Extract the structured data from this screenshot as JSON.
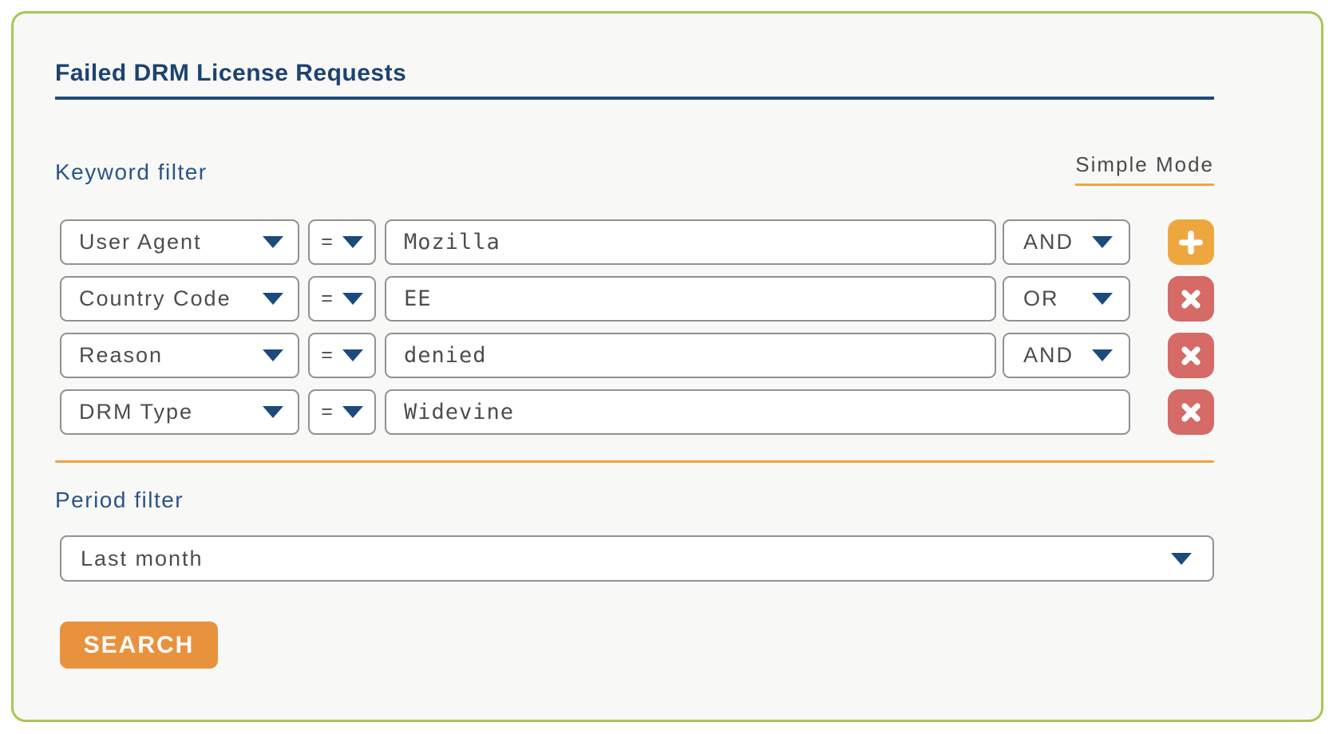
{
  "panel": {
    "title": "Failed DRM License Requests"
  },
  "keyword_filter": {
    "label": "Keyword filter",
    "mode_link": "Simple Mode",
    "rows": [
      {
        "field": "User Agent",
        "operator": "=",
        "value": "Mozilla",
        "conjunction": "AND",
        "action": "add"
      },
      {
        "field": "Country Code",
        "operator": "=",
        "value": "EE",
        "conjunction": "OR",
        "action": "remove"
      },
      {
        "field": "Reason",
        "operator": "=",
        "value": "denied",
        "conjunction": "AND",
        "action": "remove"
      },
      {
        "field": "DRM Type",
        "operator": "=",
        "value": "Widevine",
        "action": "remove"
      }
    ]
  },
  "period_filter": {
    "label": "Period filter",
    "selected": "Last month"
  },
  "search_button": "SEARCH",
  "icons": {
    "add": "plus-icon",
    "remove": "close-icon",
    "dropdown": "chevron-down-icon"
  },
  "colors": {
    "card_border": "#a8c654",
    "card_background": "#f8f8f7",
    "title_navy": "#1d4370",
    "title_underline": "#1e4b7c",
    "section_label_blue": "#2a5488",
    "caret_blue": "#1d4a7d",
    "accent_orange": "#eea73f",
    "search_orange": "#e9923e",
    "remove_red": "#d56a66",
    "control_border": "#919191",
    "control_text": "#4d4d4d"
  }
}
